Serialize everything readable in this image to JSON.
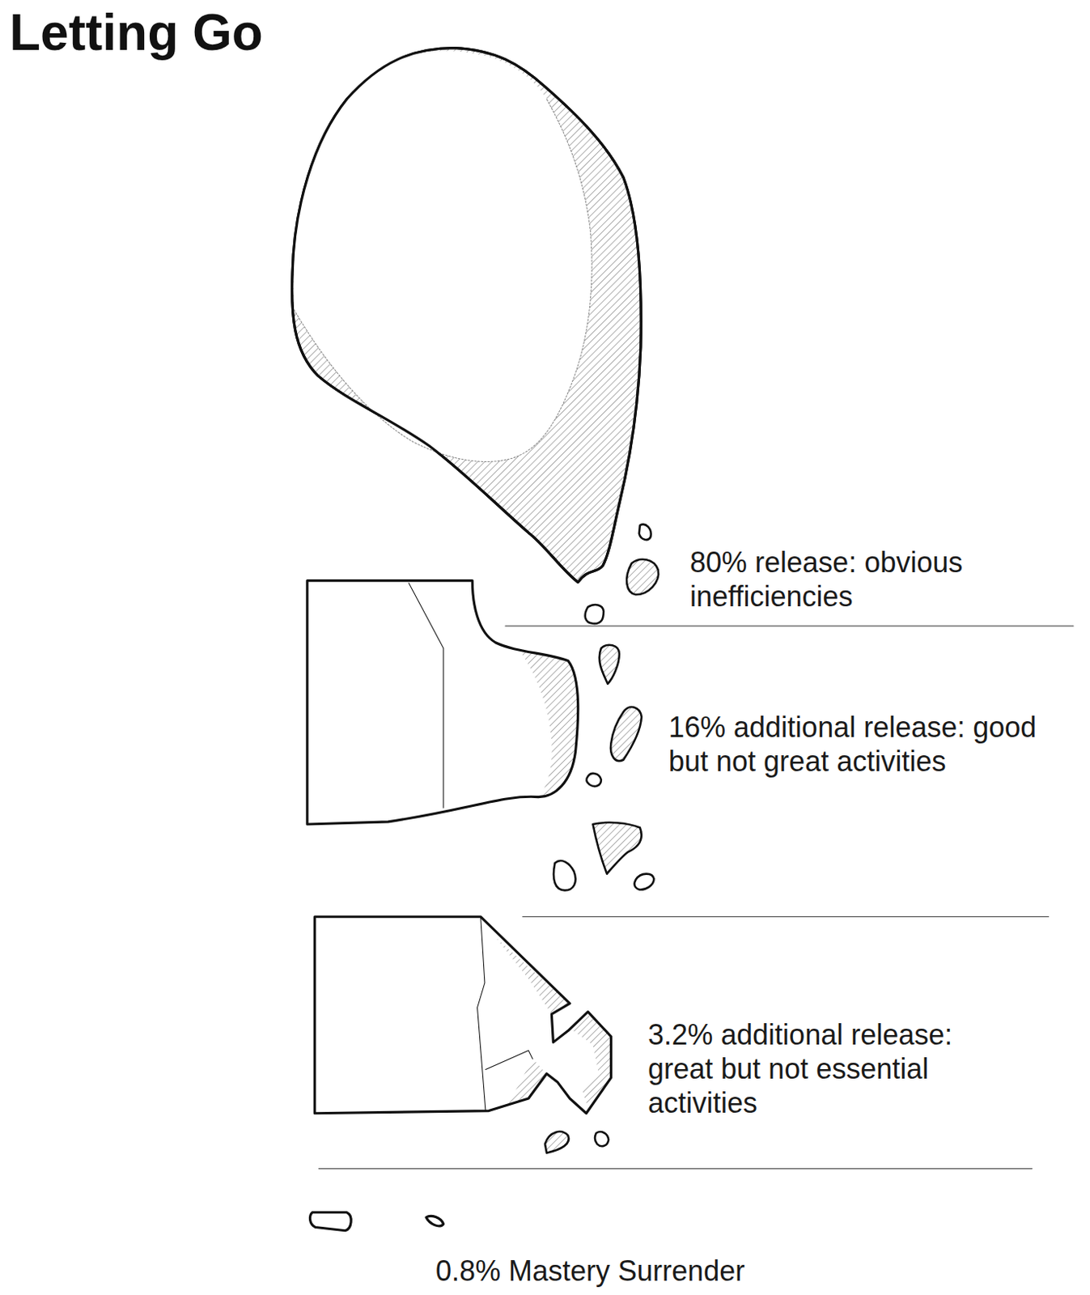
{
  "diagram": {
    "title": "Letting Go",
    "labels": [
      "80% release: obvious inefficiencies",
      "16% additional release: good but not great activities",
      "3.2% additional release: great but not essential activities",
      "0.8% Mastery Surrender"
    ]
  }
}
